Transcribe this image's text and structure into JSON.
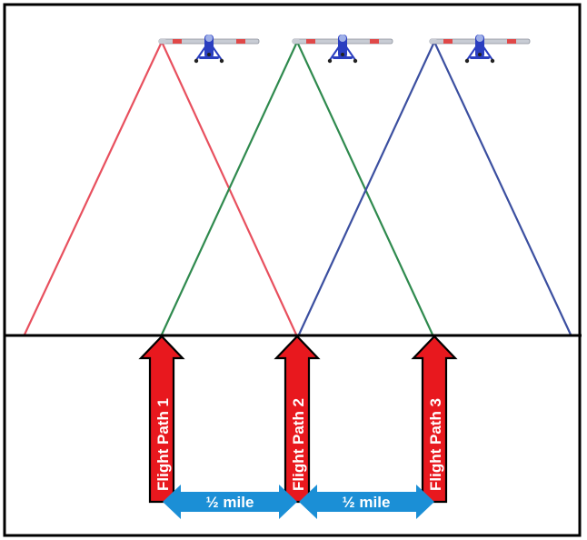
{
  "flight_paths": [
    {
      "label": "Flight Path 1",
      "cone_color": "#e8505e"
    },
    {
      "label": "Flight Path 2",
      "cone_color": "#2f8a4e"
    },
    {
      "label": "Flight Path 3",
      "cone_color": "#3b4fa0"
    }
  ],
  "spacings": [
    {
      "label": "½ mile"
    },
    {
      "label": "½ mile"
    }
  ],
  "colors": {
    "frame": "#000000",
    "ground_line": "#000000",
    "flight_arrow_fill": "#e8181e",
    "flight_arrow_outline": "#000000",
    "spacing_arrow": "#1b8fd6",
    "aircraft_body": "#c8ccd4",
    "aircraft_accent": "#2a3ec0",
    "aircraft_tip": "#e04848"
  },
  "icons": {
    "aircraft": "small-plane-icon"
  }
}
